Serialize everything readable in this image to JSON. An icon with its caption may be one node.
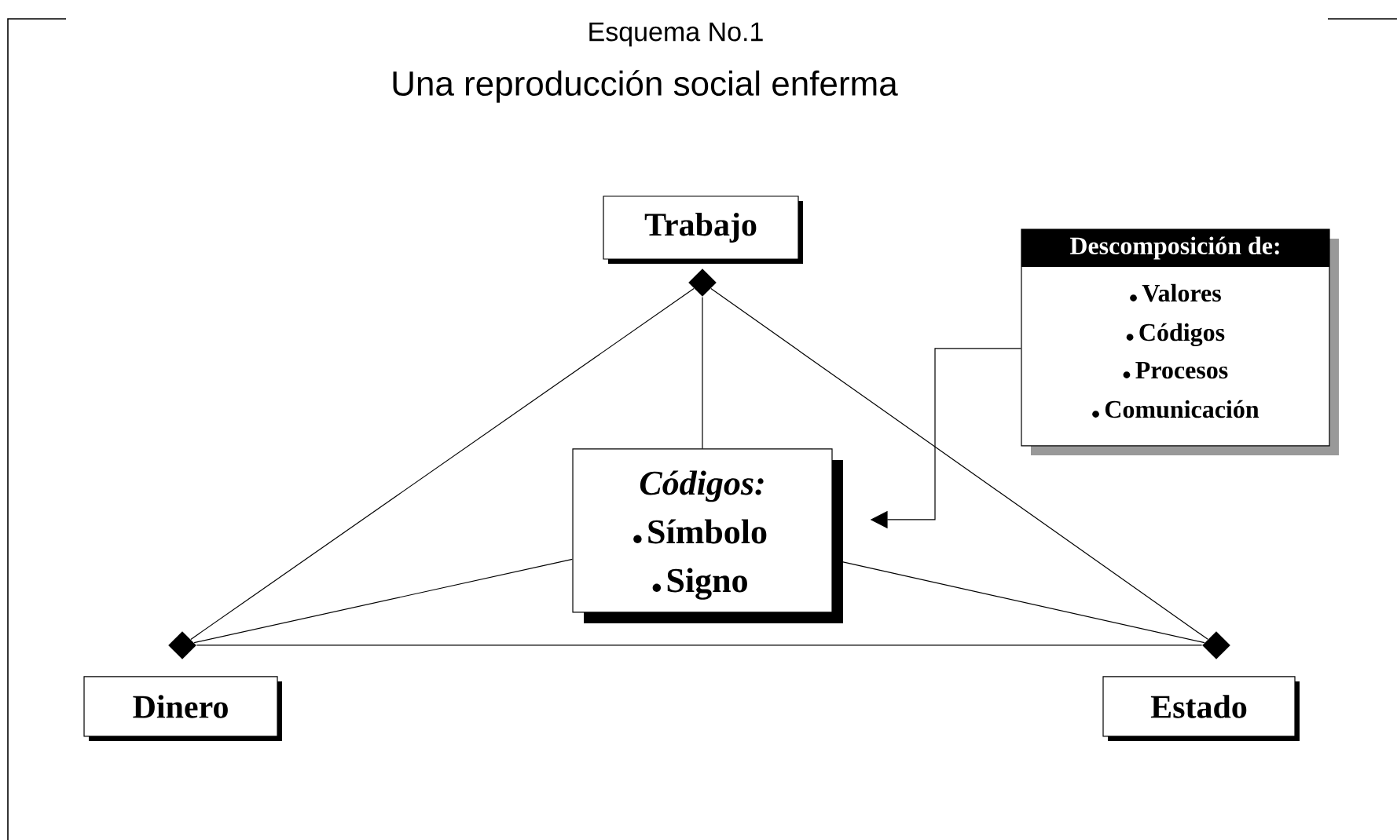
{
  "diagram": {
    "title": "Una reproducción social enferma",
    "nodes": [
      {
        "text": [
          "Trabajo"
        ]
      },
      {
        "text": [],
        "shape": "diamond"
      },
      {
        "text": [
          "Descomposición de:",
          "Valores",
          "Códigos",
          "Procesos",
          "Comunicación"
        ]
      },
      {
        "text": [
          "Códigos:",
          "Símbolo",
          "Signo"
        ]
      },
      {
        "text": [],
        "shape": "diamond"
      },
      {
        "text": [],
        "shape": "diamond"
      },
      {
        "text": [
          "Dinero"
        ]
      },
      {
        "text": [
          "Estado"
        ]
      }
    ],
    "edges": [
      {
        "from": 1,
        "to": 4,
        "arrow": "none"
      },
      {
        "from": 1,
        "to": 5,
        "arrow": "none"
      },
      {
        "from": 1,
        "to": 3,
        "arrow": "none"
      },
      {
        "from": 2,
        "to": 3,
        "arrow": "to"
      },
      {
        "from": 4,
        "to": 3,
        "arrow": "none"
      },
      {
        "from": 5,
        "to": 3,
        "arrow": "none"
      },
      {
        "from": 4,
        "to": 5,
        "arrow": "none"
      }
    ],
    "labels": [
      "Esquema No.1"
    ]
  }
}
